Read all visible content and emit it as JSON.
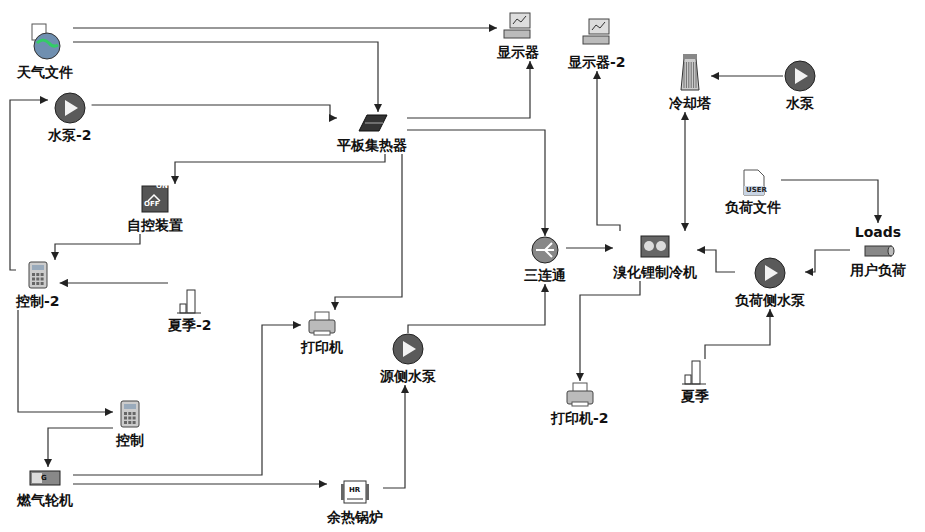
{
  "diagram": {
    "nodes": [
      {
        "text": [
          "天气文件"
        ]
      },
      {
        "text": [
          "显示器"
        ]
      },
      {
        "text": [
          "显示器-2"
        ]
      },
      {
        "text": [
          "冷却塔"
        ]
      },
      {
        "text": [
          "水泵"
        ]
      },
      {
        "text": [
          "水泵-2"
        ]
      },
      {
        "text": [
          "平板集热器"
        ]
      },
      {
        "text": [
          "负荷文件"
        ]
      },
      {
        "text": [
          "自控装置"
        ]
      },
      {
        "text": [
          "Loads",
          "用户负荷"
        ]
      },
      {
        "text": [
          "三连通"
        ]
      },
      {
        "text": [
          "溴化锂制冷机"
        ]
      },
      {
        "text": [
          "负荷侧水泵"
        ]
      },
      {
        "text": [
          "控制-2"
        ]
      },
      {
        "text": [
          "夏季-2"
        ]
      },
      {
        "text": [
          "打印机"
        ]
      },
      {
        "text": [
          "源侧水泵"
        ]
      },
      {
        "text": [
          "打印机-2"
        ]
      },
      {
        "text": [
          "夏季"
        ]
      },
      {
        "text": [
          "控制"
        ]
      },
      {
        "text": [
          "燃气轮机"
        ]
      },
      {
        "text": [
          "余热锅炉"
        ]
      }
    ],
    "edges": [
      {
        "from": 0,
        "to": 1,
        "arrow": "to"
      },
      {
        "from": 0,
        "to": 6,
        "arrow": "to"
      },
      {
        "from": 5,
        "to": 6,
        "arrow": "to"
      },
      {
        "from": 6,
        "to": 1,
        "arrow": "to"
      },
      {
        "from": 6,
        "to": 8,
        "arrow": "to"
      },
      {
        "from": 8,
        "to": 13,
        "arrow": "to"
      },
      {
        "from": 13,
        "to": 5,
        "arrow": "to"
      },
      {
        "from": 14,
        "to": 13,
        "arrow": "to"
      },
      {
        "from": 13,
        "to": 19,
        "arrow": "to"
      },
      {
        "from": 19,
        "to": 20,
        "arrow": "to"
      },
      {
        "from": 20,
        "to": 15,
        "arrow": "to"
      },
      {
        "from": 20,
        "to": 21,
        "arrow": "to"
      },
      {
        "from": 21,
        "to": 16,
        "arrow": "to"
      },
      {
        "from": 16,
        "to": 10,
        "arrow": "to"
      },
      {
        "from": 6,
        "to": 15,
        "arrow": "to"
      },
      {
        "from": 6,
        "to": 10,
        "arrow": "to"
      },
      {
        "from": 10,
        "to": 11,
        "arrow": "to"
      },
      {
        "from": 11,
        "to": 2,
        "arrow": "to"
      },
      {
        "from": 3,
        "to": 11,
        "arrow": "both"
      },
      {
        "from": 4,
        "to": 3,
        "arrow": "to"
      },
      {
        "from": 7,
        "to": 9,
        "arrow": "to"
      },
      {
        "from": 9,
        "to": 12,
        "arrow": "to"
      },
      {
        "from": 12,
        "to": 11,
        "arrow": "to"
      },
      {
        "from": 11,
        "to": 17,
        "arrow": "to"
      },
      {
        "from": 18,
        "to": 12,
        "arrow": "to"
      }
    ],
    "labels": [
      "ON",
      "OFF",
      "USER",
      "G",
      "HR"
    ]
  }
}
